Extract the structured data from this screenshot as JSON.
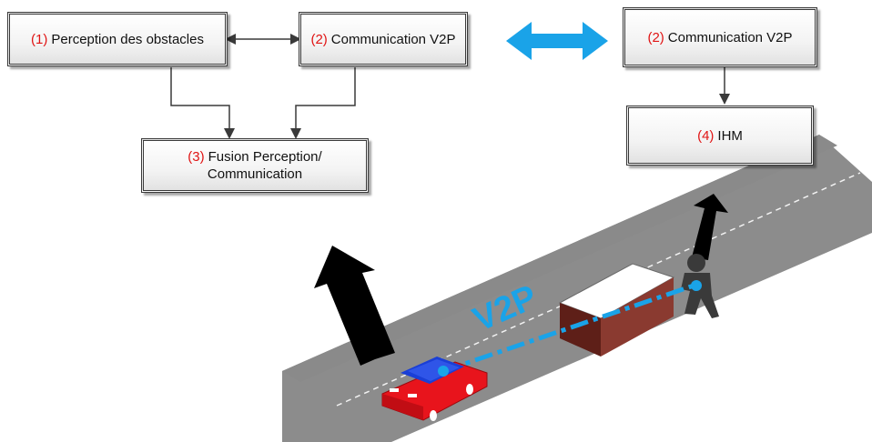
{
  "boxes": {
    "perception": {
      "num": "(1)",
      "label": "Perception des obstacles"
    },
    "comm_left": {
      "num": "(2)",
      "label": "Communication V2P"
    },
    "fusion": {
      "num": "(3)",
      "label_line1": "Fusion Perception/",
      "label_line2": "Communication"
    },
    "comm_right": {
      "num": "(2)",
      "label": "Communication V2P"
    },
    "ihm": {
      "num": "(4)",
      "label": "IHM"
    }
  },
  "road_label": "V2P",
  "colors": {
    "accent_number": "#e01414",
    "link_blue": "#1aa3e8",
    "road": "#8c8c8c",
    "car_body": "#e8141c",
    "car_roof": "#1a3fd6",
    "obstacle_side": "#7a2a22",
    "obstacle_top": "#ffffff"
  }
}
